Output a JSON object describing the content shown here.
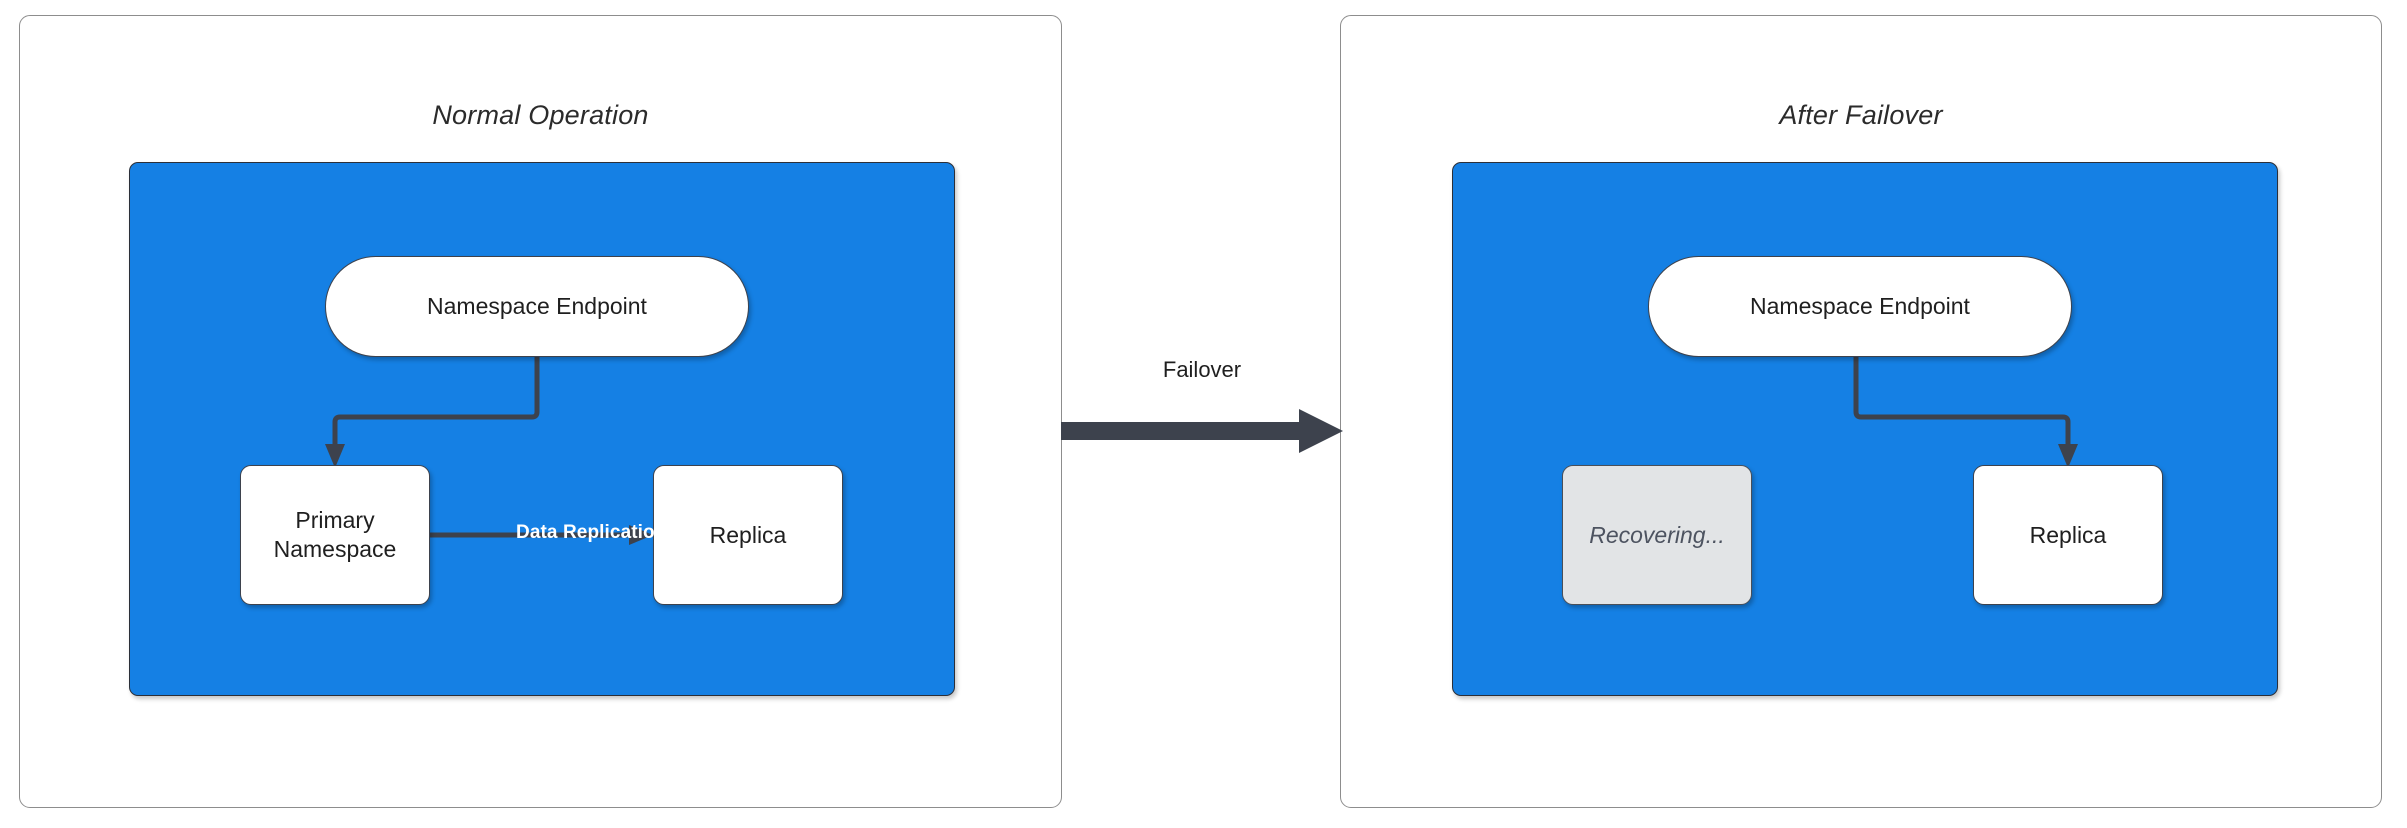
{
  "diagram": {
    "title_hidden": "",
    "colors": {
      "cluster_blue": "#1580e4",
      "node_white": "#ffffff",
      "node_border": "#3d424d",
      "ghost_gray": "#e2e4e6",
      "panel_border": "#8d8d8d",
      "connector": "#3d424d",
      "edge_label_text": "#ffffff"
    },
    "panels": [
      {
        "id": "normal-operation",
        "title": "Normal Operation",
        "nodes": [
          {
            "id": "endpoint",
            "label": "Namespace Endpoint",
            "shape": "pill",
            "state": "active"
          },
          {
            "id": "primary",
            "label": "Primary\nNamespace",
            "shape": "box",
            "state": "active"
          },
          {
            "id": "replica",
            "label": "Replica",
            "shape": "box",
            "state": "active"
          }
        ],
        "edges": [
          {
            "from": "endpoint",
            "to": "primary",
            "label": ""
          },
          {
            "from": "primary",
            "to": "replica",
            "label": "Data Replication"
          }
        ]
      },
      {
        "id": "after-failover",
        "title": "After Failover",
        "nodes": [
          {
            "id": "endpoint",
            "label": "Namespace Endpoint",
            "shape": "pill",
            "state": "active"
          },
          {
            "id": "recovering",
            "label": "Recovering...",
            "shape": "box",
            "state": "disabled"
          },
          {
            "id": "replica",
            "label": "Replica",
            "shape": "box",
            "state": "active"
          }
        ],
        "edges": [
          {
            "from": "endpoint",
            "to": "replica",
            "label": ""
          }
        ]
      }
    ],
    "transition": {
      "label": "Failover",
      "from_panel": "normal-operation",
      "to_panel": "after-failover",
      "direction": "right"
    },
    "node_labels": {
      "endpoint": "Namespace Endpoint",
      "primary_line1": "Primary",
      "primary_line2": "Namespace",
      "replica": "Replica",
      "recovering": "Recovering..."
    }
  }
}
